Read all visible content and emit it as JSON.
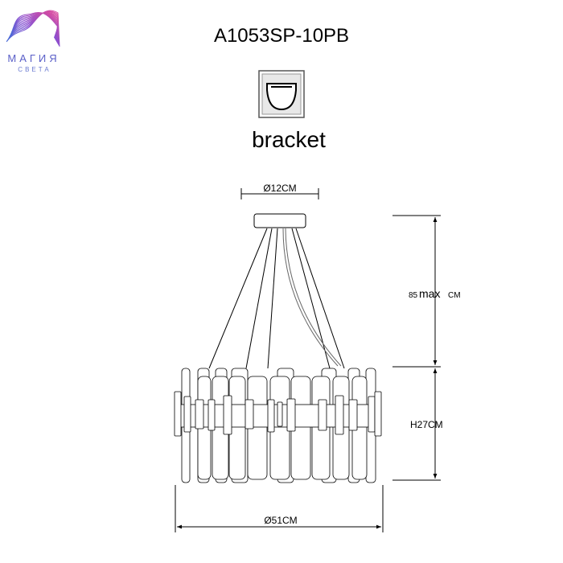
{
  "logo": {
    "line1": "МАГИЯ",
    "line2": "СВЕТА",
    "colors": [
      "#e04a9a",
      "#8a4fd0",
      "#3f6fd8"
    ]
  },
  "title": "A1053SP-10PB",
  "bracket_label": "bracket",
  "dimensions": {
    "canopy_diameter": "Ø12CM",
    "length_value": "85",
    "length_max": "max",
    "length_unit": "CM",
    "height": "H27CM",
    "diameter": "Ø51CM"
  }
}
